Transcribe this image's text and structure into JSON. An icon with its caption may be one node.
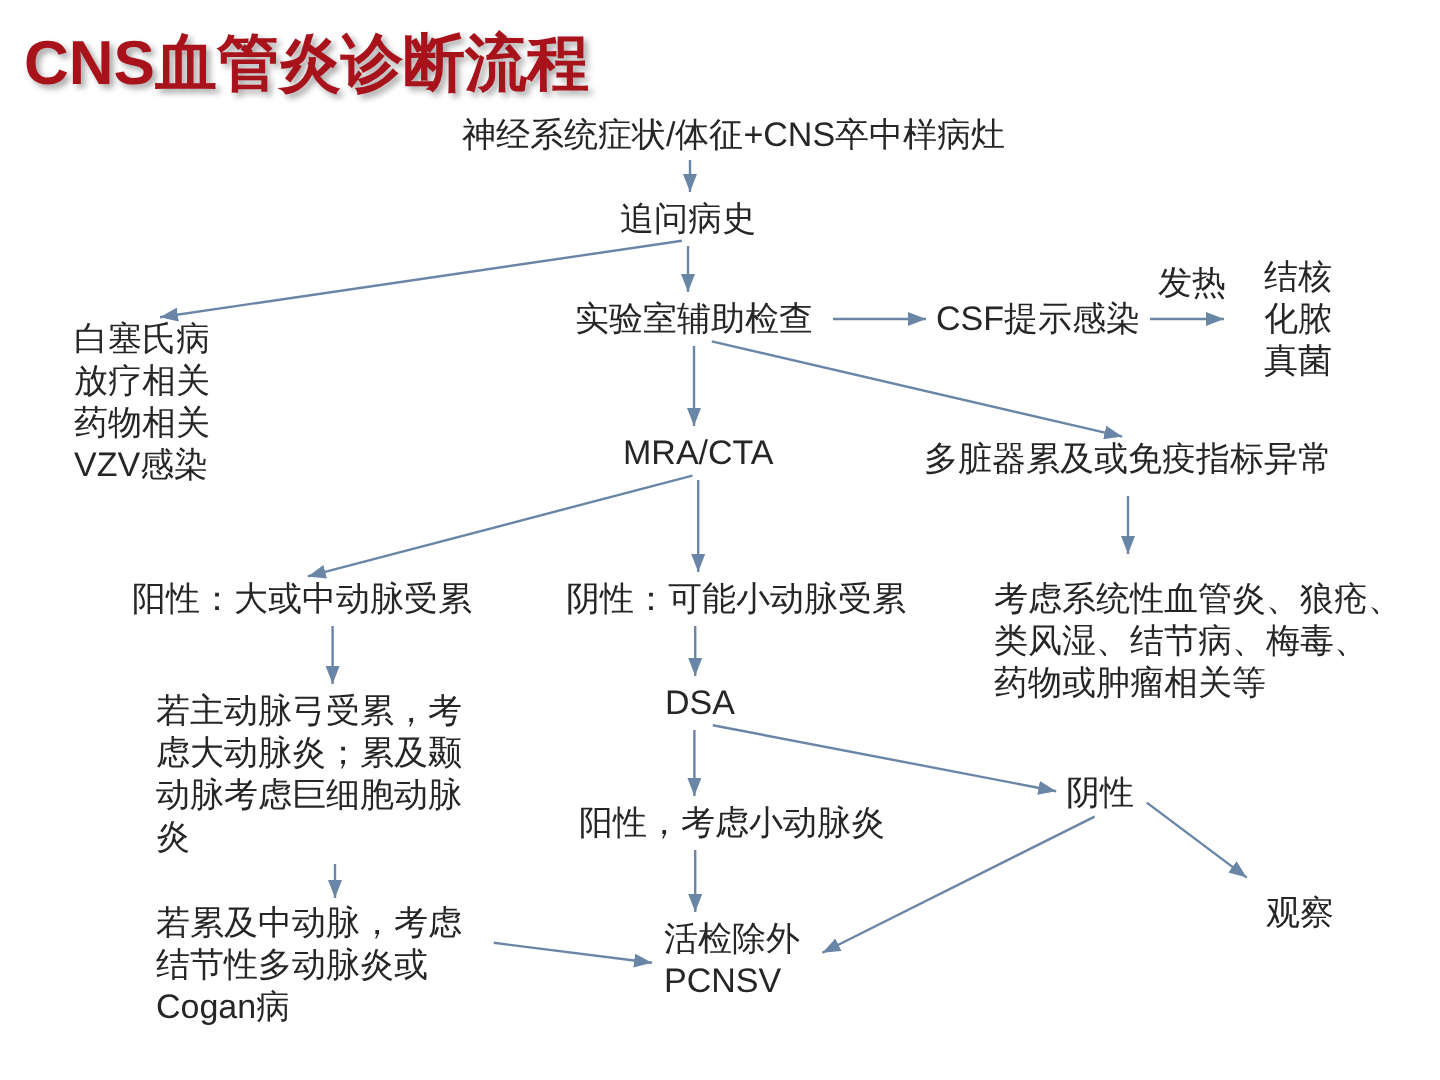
{
  "diagram": {
    "title": "CNS血管炎诊断流程",
    "nodes": [
      {
        "text": [
          "神经系统症状/体征+CNS卒中样病灶"
        ]
      },
      {
        "text": [
          "追问病史"
        ]
      },
      {
        "text": [
          "白塞氏病",
          "放疗相关",
          "药物相关",
          "VZV感染"
        ]
      },
      {
        "text": [
          "实验室辅助检查"
        ]
      },
      {
        "text": [
          "CSF提示感染"
        ]
      },
      {
        "text": [
          "结核",
          "化脓",
          "真菌"
        ]
      },
      {
        "text": [
          "MRA/CTA"
        ]
      },
      {
        "text": [
          "多脏器累及或免疫指标异常"
        ]
      },
      {
        "text": [
          "阳性：大或中动脉受累"
        ]
      },
      {
        "text": [
          "阴性：可能小动脉受累"
        ]
      },
      {
        "text": [
          "考虑系统性血管炎、狼疮、类风湿、结节病、梅毒、药物或肿瘤相关等"
        ]
      },
      {
        "text": [
          "若主动脉弓受累，考虑大动脉炎；累及颞动脉考虑巨细胞动脉炎"
        ]
      },
      {
        "text": [
          "DSA"
        ]
      },
      {
        "text": [
          "阳性，考虑小动脉炎"
        ]
      },
      {
        "text": [
          "阴性"
        ]
      },
      {
        "text": [
          "观察"
        ]
      },
      {
        "text": [
          "若累及中动脉，考虑结节性多动脉炎或Cogan病"
        ]
      },
      {
        "text": [
          "活检除外PCNSV"
        ]
      }
    ],
    "edges": [
      {
        "from": 0,
        "to": 1,
        "arrow": "to"
      },
      {
        "from": 1,
        "to": 2,
        "arrow": "to"
      },
      {
        "from": 1,
        "to": 3,
        "arrow": "to"
      },
      {
        "from": 3,
        "to": 4,
        "arrow": "to"
      },
      {
        "from": 4,
        "to": 5,
        "arrow": "to",
        "label": "发热"
      },
      {
        "from": 3,
        "to": 6,
        "arrow": "to"
      },
      {
        "from": 3,
        "to": 7,
        "arrow": "to"
      },
      {
        "from": 7,
        "to": 10,
        "arrow": "to"
      },
      {
        "from": 6,
        "to": 8,
        "arrow": "to"
      },
      {
        "from": 6,
        "to": 9,
        "arrow": "to"
      },
      {
        "from": 8,
        "to": 11,
        "arrow": "to"
      },
      {
        "from": 9,
        "to": 12,
        "arrow": "to"
      },
      {
        "from": 11,
        "to": 16,
        "arrow": "to"
      },
      {
        "from": 12,
        "to": 13,
        "arrow": "to"
      },
      {
        "from": 12,
        "to": 14,
        "arrow": "to"
      },
      {
        "from": 13,
        "to": 17,
        "arrow": "to"
      },
      {
        "from": 16,
        "to": 17,
        "arrow": "to"
      },
      {
        "from": 14,
        "to": 15,
        "arrow": "to"
      },
      {
        "from": 14,
        "to": 17,
        "arrow": "to"
      }
    ]
  }
}
